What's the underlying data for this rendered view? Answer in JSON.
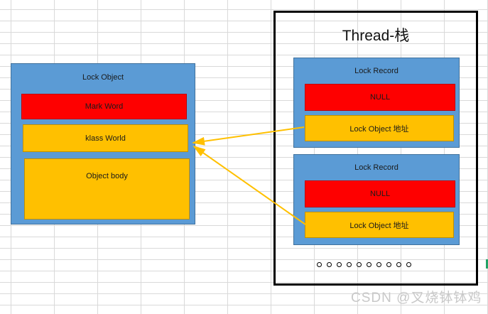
{
  "lock_object": {
    "title": "Lock Object",
    "mark_word": "Mark Word",
    "klass_word": "klass World",
    "object_body": "Object body"
  },
  "thread_stack": {
    "title": "Thread-栈",
    "lock_records": [
      {
        "title": "Lock Record",
        "null_label": "NULL",
        "address_label": "Lock Object 地址"
      },
      {
        "title": "Lock Record",
        "null_label": "NULL",
        "address_label": "Lock Object 地址"
      }
    ],
    "dots_count": 10
  },
  "watermark": "CSDN @叉烧钵钵鸡",
  "colors": {
    "box_blue": "#5B9BD5",
    "bar_red": "#FE0000",
    "bar_orange": "#FFC000",
    "arrow": "#FFC000",
    "thread_border": "#000000",
    "gridline": "#D9D9D9",
    "watermark_gray": "#C8C8C8",
    "green_mark": "#21A366"
  }
}
